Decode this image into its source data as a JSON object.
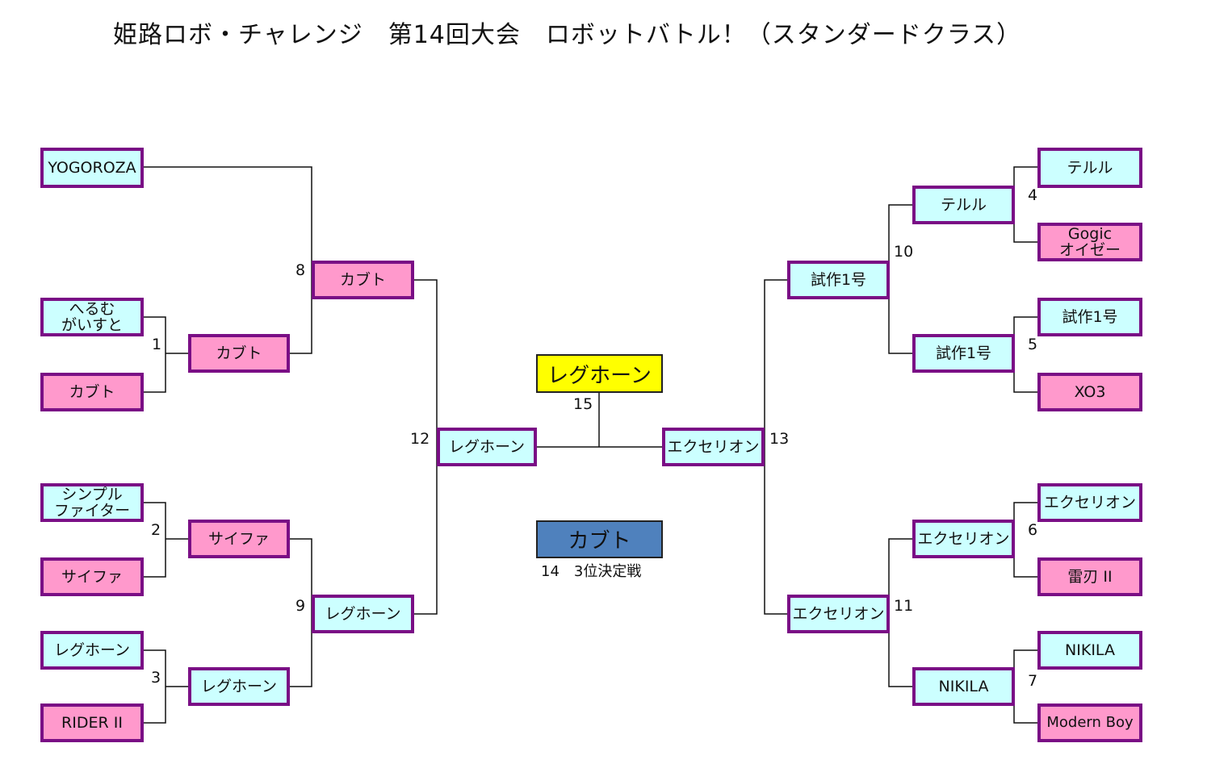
{
  "title": "姫路ロボ・チャレンジ　第14回大会　ロボットバトル！（スタンダードクラス）",
  "colors": {
    "winner_box": "#ff99cc",
    "loser_box": "#ccffff",
    "border": "#7a0e85",
    "champion": "#ffff00",
    "third_place": "#4f81bd"
  },
  "left_entrants": [
    {
      "name": "YOGOROZA",
      "color": "cyan"
    },
    {
      "name": "へるむ\nがいすと",
      "color": "cyan"
    },
    {
      "name": "カブト",
      "color": "pink"
    },
    {
      "name": "シンプル\nファイター",
      "color": "cyan"
    },
    {
      "name": "サイファ",
      "color": "pink"
    },
    {
      "name": "レグホーン",
      "color": "cyan"
    },
    {
      "name": "RIDER II",
      "color": "pink"
    }
  ],
  "right_entrants": [
    {
      "name": "テルル",
      "color": "cyan"
    },
    {
      "name": "Gogic\nオイゼー",
      "color": "pink"
    },
    {
      "name": "試作1号",
      "color": "cyan"
    },
    {
      "name": "XO3",
      "color": "pink"
    },
    {
      "name": "エクセリオン",
      "color": "cyan"
    },
    {
      "name": "雷刃 II",
      "color": "pink"
    },
    {
      "name": "NIKILA",
      "color": "cyan"
    },
    {
      "name": "Modern Boy",
      "color": "pink"
    }
  ],
  "left_round2": [
    {
      "name": "カブト",
      "color": "pink"
    },
    {
      "name": "サイファ",
      "color": "pink"
    },
    {
      "name": "レグホーン",
      "color": "cyan"
    }
  ],
  "right_round2": [
    {
      "name": "テルル",
      "color": "cyan"
    },
    {
      "name": "試作1号",
      "color": "cyan"
    },
    {
      "name": "エクセリオン",
      "color": "cyan"
    },
    {
      "name": "NIKILA",
      "color": "cyan"
    }
  ],
  "left_round3": [
    {
      "name": "カブト",
      "color": "pink"
    },
    {
      "name": "レグホーン",
      "color": "cyan"
    }
  ],
  "right_round3": [
    {
      "name": "試作1号",
      "color": "cyan"
    },
    {
      "name": "エクセリオン",
      "color": "cyan"
    }
  ],
  "semifinal_left": {
    "name": "レグホーン",
    "color": "cyan"
  },
  "semifinal_right": {
    "name": "エクセリオン",
    "color": "cyan"
  },
  "champion": "レグホーン",
  "third_place_winner": "カブト",
  "third_place_label": "14　3位決定戦",
  "match_numbers": [
    "1",
    "2",
    "3",
    "4",
    "5",
    "6",
    "7",
    "8",
    "9",
    "10",
    "11",
    "12",
    "13",
    "15"
  ]
}
